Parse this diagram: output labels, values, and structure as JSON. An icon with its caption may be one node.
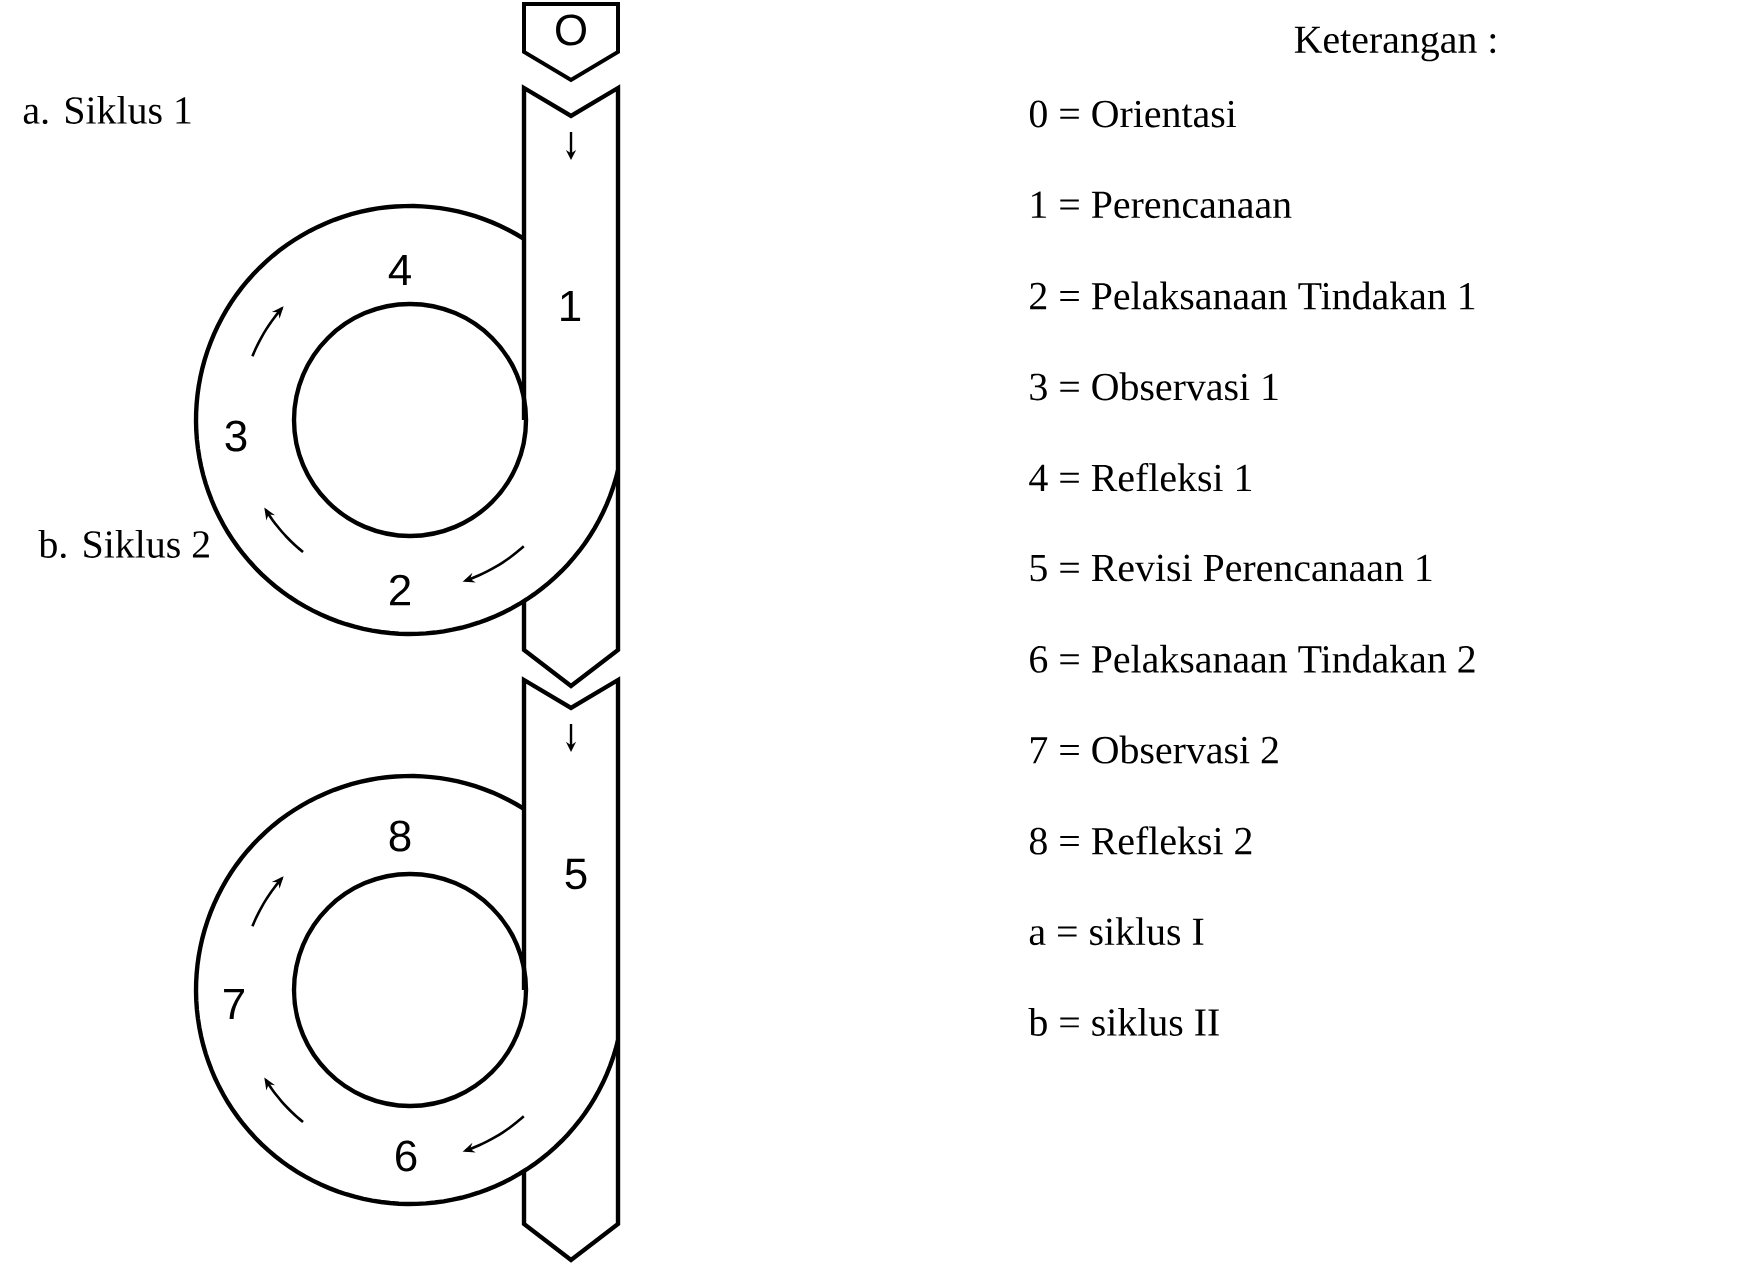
{
  "diagram": {
    "nodes": [
      {
        "text": [
          "O"
        ]
      }
    ],
    "labels": [
      "a. Siklus 1",
      "4",
      "1",
      "3",
      "2",
      "b. Siklus 2",
      "8",
      "5",
      "7",
      "6",
      "Keterangan :",
      "0 = Orientasi",
      "1 = Perencanaan",
      "2 = Pelaksanaan Tindakan 1",
      "3 = Observasi 1",
      "4 = Refleksi 1",
      "5 = Revisi Perencanaan 1",
      "6 = Pelaksanaan Tindakan 2",
      "7 = Observasi 2",
      "8 = Refleksi 2",
      "a = siklus I",
      "b = siklus II"
    ]
  }
}
